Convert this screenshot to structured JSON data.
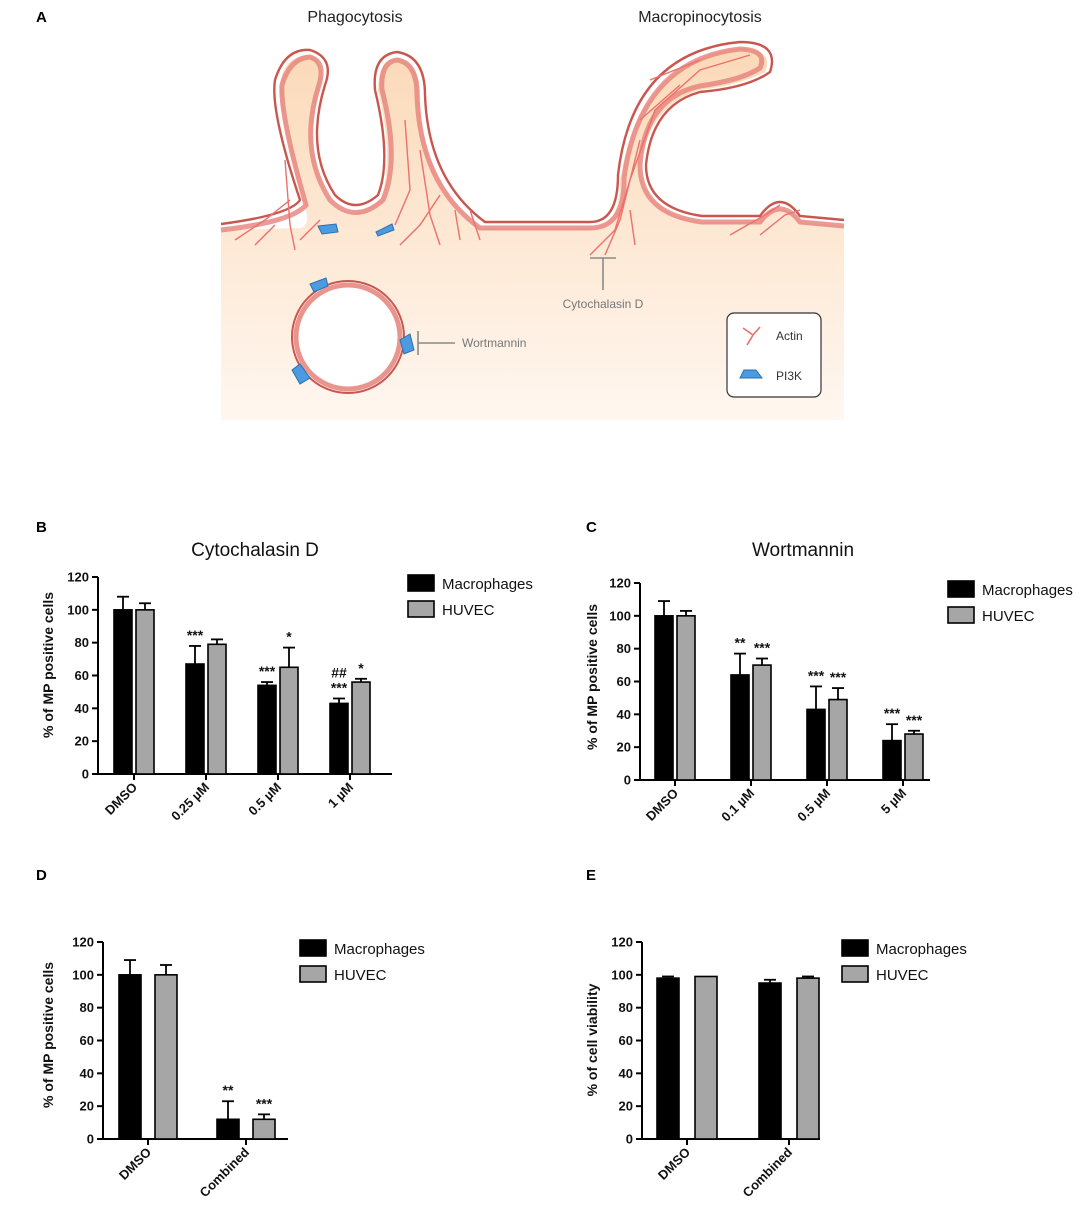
{
  "panels": {
    "a": "A",
    "b": "B",
    "c": "C",
    "d": "D",
    "e": "E"
  },
  "diagram": {
    "phagocytosis": "Phagocytosis",
    "macropinocytosis": "Macropinocytosis",
    "cytochalasin": "Cytochalasin D",
    "wortmannin": "Wortmannin",
    "legend_actin": "Actin",
    "legend_pi3k": "PI3K",
    "colors": {
      "membrane": "#e6817a",
      "membrane_fill": "#fbd9b6",
      "actin": "#ee6f6b",
      "pi3k": "#4a9be0",
      "cytoplasm": "#fbe0c6",
      "inhibitor": "#8a8a8a"
    }
  },
  "chart_data": [
    {
      "id": "B",
      "type": "bar",
      "title": "Cytochalasin D",
      "ylabel": "% of MP positive cells",
      "xlabel": "",
      "categories": [
        "DMSO",
        "0.25 µM",
        "0.5 µM",
        "1 µM"
      ],
      "ylim": [
        0,
        120
      ],
      "yticks": [
        0,
        20,
        40,
        60,
        80,
        100,
        120
      ],
      "series": [
        {
          "name": "Macrophages",
          "color": "#000000",
          "values": [
            100,
            67,
            54,
            43
          ],
          "errors": [
            8,
            11,
            2,
            3
          ],
          "marks": [
            "",
            "***",
            "***",
            "***"
          ],
          "marks2": [
            "",
            "",
            "",
            "##"
          ]
        },
        {
          "name": "HUVEC",
          "color": "#a6a6a6",
          "values": [
            100,
            79,
            65,
            56
          ],
          "errors": [
            4,
            3,
            12,
            2
          ],
          "marks": [
            "",
            "",
            "*",
            "*"
          ],
          "marks2": [
            "",
            "",
            "",
            ""
          ]
        }
      ]
    },
    {
      "id": "C",
      "type": "bar",
      "title": "Wortmannin",
      "ylabel": "% of MP positive cells",
      "xlabel": "",
      "categories": [
        "DMSO",
        "0.1 µM",
        "0.5 µM",
        "5 µM"
      ],
      "ylim": [
        0,
        120
      ],
      "yticks": [
        0,
        20,
        40,
        60,
        80,
        100,
        120
      ],
      "series": [
        {
          "name": "Macrophages",
          "color": "#000000",
          "values": [
            100,
            64,
            43,
            24
          ],
          "errors": [
            9,
            13,
            14,
            10
          ],
          "marks": [
            "",
            "**",
            "***",
            "***"
          ],
          "marks2": [
            "",
            "",
            "",
            ""
          ]
        },
        {
          "name": "HUVEC",
          "color": "#a6a6a6",
          "values": [
            100,
            70,
            49,
            28
          ],
          "errors": [
            3,
            4,
            7,
            2
          ],
          "marks": [
            "",
            "***",
            "***",
            "***"
          ],
          "marks2": [
            "",
            "",
            "",
            ""
          ]
        }
      ]
    },
    {
      "id": "D",
      "type": "bar",
      "title": "",
      "ylabel": "% of MP positive cells",
      "xlabel": "",
      "categories": [
        "DMSO",
        "Combined"
      ],
      "ylim": [
        0,
        120
      ],
      "yticks": [
        0,
        20,
        40,
        60,
        80,
        100,
        120
      ],
      "series": [
        {
          "name": "Macrophages",
          "color": "#000000",
          "values": [
            100,
            12
          ],
          "errors": [
            9,
            11
          ],
          "marks": [
            "",
            "**"
          ],
          "marks2": [
            "",
            ""
          ]
        },
        {
          "name": "HUVEC",
          "color": "#a6a6a6",
          "values": [
            100,
            12
          ],
          "errors": [
            6,
            3
          ],
          "marks": [
            "",
            "***"
          ],
          "marks2": [
            "",
            ""
          ]
        }
      ]
    },
    {
      "id": "E",
      "type": "bar",
      "title": "",
      "ylabel": "% of cell viability",
      "xlabel": "",
      "categories": [
        "DMSO",
        "Combined"
      ],
      "ylim": [
        0,
        120
      ],
      "yticks": [
        0,
        20,
        40,
        60,
        80,
        100,
        120
      ],
      "series": [
        {
          "name": "Macrophages",
          "color": "#000000",
          "values": [
            98,
            95
          ],
          "errors": [
            1,
            2
          ],
          "marks": [
            "",
            ""
          ],
          "marks2": [
            "",
            ""
          ]
        },
        {
          "name": "HUVEC",
          "color": "#a6a6a6",
          "values": [
            99,
            98
          ],
          "errors": [
            0,
            1
          ],
          "marks": [
            "",
            ""
          ],
          "marks2": [
            "",
            ""
          ]
        }
      ]
    }
  ]
}
